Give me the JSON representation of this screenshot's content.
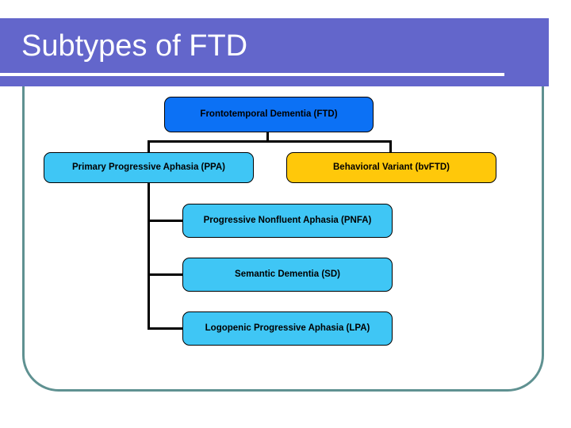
{
  "slide": {
    "title": "Subtypes of FTD",
    "background_color": "#ffffff",
    "banner_color": "#6366cb",
    "frame_color": "#5f9191",
    "title_color": "#ffffff"
  },
  "diagram": {
    "type": "hierarchy-tree",
    "nodes": [
      {
        "id": "ftd",
        "label": "Frontotemporal Dementia (FTD)",
        "level": 0,
        "color": "#0c71f5",
        "text_color": "#000000"
      },
      {
        "id": "ppa",
        "label": "Primary Progressive Aphasia (PPA)",
        "level": 1,
        "parent": "ftd",
        "color": "#3fc6f5",
        "text_color": "#000000"
      },
      {
        "id": "bvftd",
        "label": "Behavioral Variant (bvFTD)",
        "level": 1,
        "parent": "ftd",
        "color": "#ffc80a",
        "text_color": "#000000"
      },
      {
        "id": "pnfa",
        "label": "Progressive Nonfluent Aphasia (PNFA)",
        "level": 2,
        "parent": "ppa",
        "color": "#3fc6f5",
        "text_color": "#000000"
      },
      {
        "id": "sd",
        "label": "Semantic Dementia (SD)",
        "level": 2,
        "parent": "ppa",
        "color": "#3fc6f5",
        "text_color": "#000000"
      },
      {
        "id": "lpa",
        "label": "Logopenic Progressive Aphasia (LPA)",
        "level": 2,
        "parent": "ppa",
        "color": "#3fc6f5",
        "text_color": "#000000"
      }
    ],
    "connector_color": "#000000"
  }
}
